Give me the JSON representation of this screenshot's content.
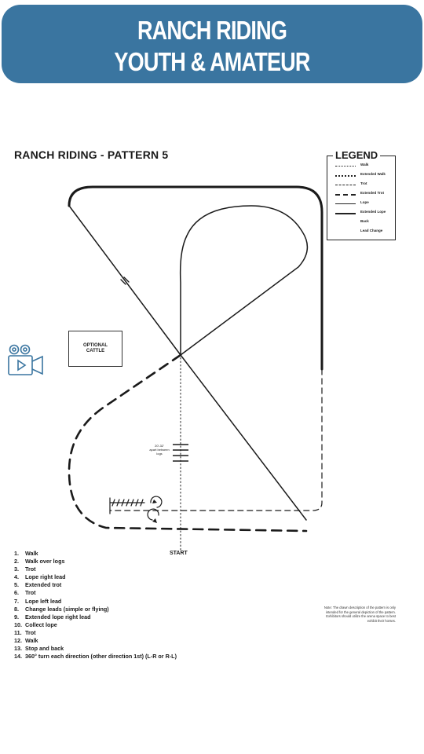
{
  "banner": {
    "line1": "RANCH RIDING",
    "line2": "YOUTH & AMATEUR"
  },
  "pattern_title": "RANCH RIDING - PATTERN 5",
  "legend": {
    "title": "LEGEND",
    "items": [
      {
        "label": "Walk",
        "style": "dotted"
      },
      {
        "label": "Extended Walk",
        "style": "dotted-bold"
      },
      {
        "label": "Trot",
        "style": "dashed"
      },
      {
        "label": "Extended Trot",
        "style": "dashed-bold"
      },
      {
        "label": "Lope",
        "style": "solid"
      },
      {
        "label": "Extended Lope",
        "style": "solid-bold"
      },
      {
        "label": "Back",
        "style": "hatched"
      },
      {
        "label": "Lead Change",
        "style": "double-slash"
      }
    ]
  },
  "course": {
    "optional_cattle": "OPTIONAL\nCATTLE",
    "start_label": "START",
    "log_distance": "20'-32'\napart between\nlogs"
  },
  "steps": [
    {
      "num": "1.",
      "text": "Walk"
    },
    {
      "num": "2.",
      "text": "Walk over logs"
    },
    {
      "num": "3.",
      "text": "Trot"
    },
    {
      "num": "4.",
      "text": "Lope right lead"
    },
    {
      "num": "5.",
      "text": "Extended trot"
    },
    {
      "num": "6.",
      "text": "Trot"
    },
    {
      "num": "7.",
      "text": "Lope left lead"
    },
    {
      "num": "8.",
      "text": "Change leads (simple or flying)"
    },
    {
      "num": "9.",
      "text": "Extended lope right lead"
    },
    {
      "num": "10.",
      "text": "Collect lope"
    },
    {
      "num": "11.",
      "text": "Trot"
    },
    {
      "num": "12.",
      "text": "Walk"
    },
    {
      "num": "13.",
      "text": "Stop and back"
    },
    {
      "num": "14.",
      "text": "360° turn each direction (other direction 1st) (L-R or R-L)"
    }
  ],
  "note": "Note: The drawn description of the pattern is only intended for the general depiction of the pattern. Exhibitors should utilize the arena space to best exhibit their horses.",
  "icons": {
    "video": "video-camera-icon"
  },
  "colors": {
    "banner": "#3a75a0",
    "ink": "#1a1a1a",
    "icon": "#3a75a0"
  }
}
